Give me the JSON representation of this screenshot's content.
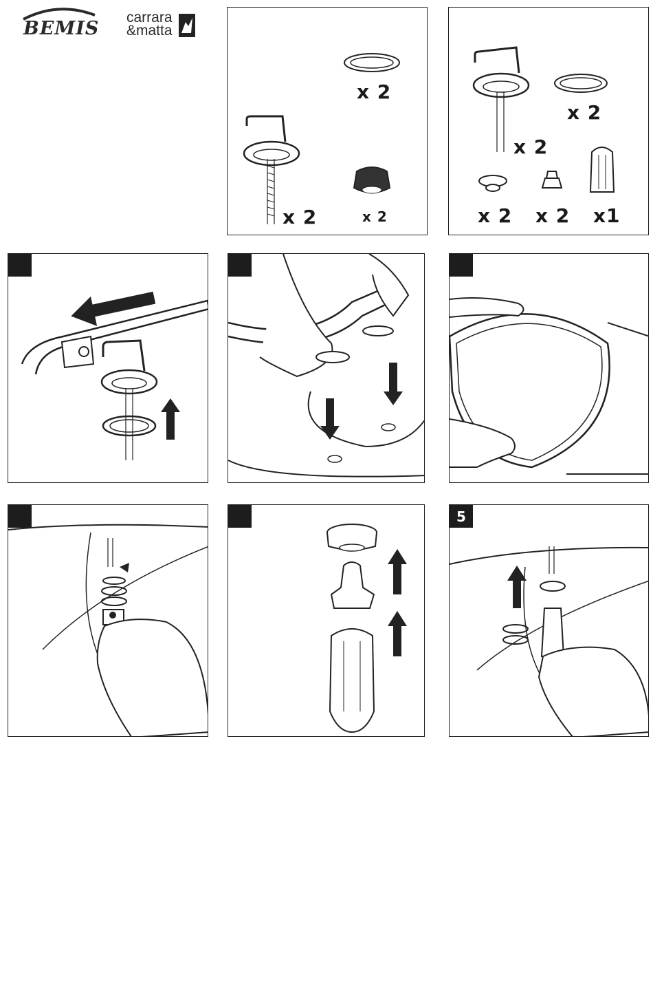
{
  "header": {
    "brand1": "BEMIS",
    "brand2_line1": "carrara",
    "brand2_line2": "&matta"
  },
  "parts_panel_a": {
    "qty_washer": "x 2",
    "qty_hinge": "x 2",
    "qty_nut": "x 2"
  },
  "parts_panel_b": {
    "qty_washer": "x 2",
    "qty_hinge": "x 2",
    "qty_cone": "x 2",
    "qty_insert": "x 2",
    "qty_tool": "x1"
  },
  "steps": {
    "step5_label": "5"
  }
}
